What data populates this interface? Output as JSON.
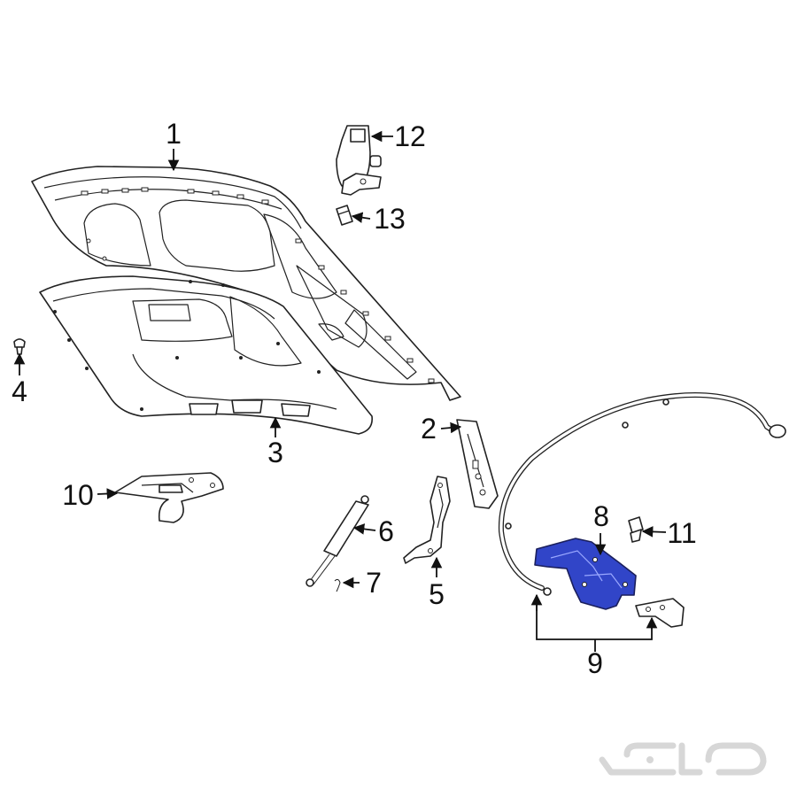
{
  "diagram": {
    "callouts": [
      {
        "id": "c1",
        "label": "1"
      },
      {
        "id": "c2",
        "label": "2"
      },
      {
        "id": "c3",
        "label": "3"
      },
      {
        "id": "c4",
        "label": "4"
      },
      {
        "id": "c5",
        "label": "5"
      },
      {
        "id": "c6",
        "label": "6"
      },
      {
        "id": "c7",
        "label": "7"
      },
      {
        "id": "c8",
        "label": "8"
      },
      {
        "id": "c9",
        "label": "9"
      },
      {
        "id": "c10",
        "label": "10"
      },
      {
        "id": "c11",
        "label": "11"
      },
      {
        "id": "c12",
        "label": "12"
      },
      {
        "id": "c13",
        "label": "13"
      }
    ],
    "colors": {
      "highlight": "#3145c8",
      "ink": "#222222",
      "background": "#ffffff",
      "watermark": "#d7d7d7"
    }
  }
}
